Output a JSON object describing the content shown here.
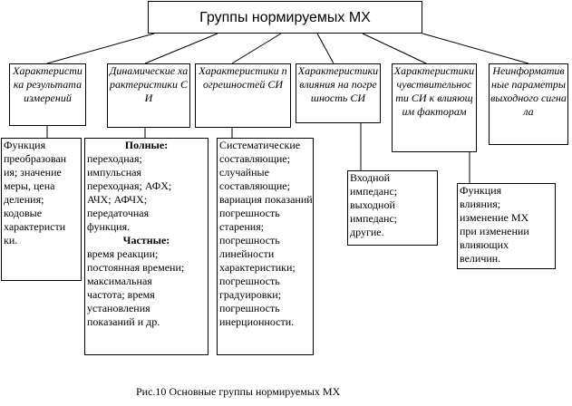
{
  "title": "Группы нормируемых МХ",
  "categories": [
    "Характеристика результата измерений",
    "Динамические характеристики СИ",
    "Характеристики погрешностей СИ",
    "Характеристики влияния на погрешность СИ",
    "Характеристики чувствительности СИ к влияющим факторам",
    "Неинформативные параметры выходного сигнала"
  ],
  "details": {
    "result": [
      "Функция",
      "преобразован",
      "ия; значение",
      "меры, цена",
      "деления;",
      "кодовые",
      "характеристи",
      "ки."
    ],
    "dynamic": {
      "full_heading": "Полные:",
      "full_lines": [
        "переходная;",
        "импульсная",
        "переходная; АФХ;",
        "АЧХ; АФЧХ;",
        "передаточная",
        "функция."
      ],
      "partial_heading": "Частные:",
      "partial_lines": [
        "время реакции;",
        "постоянная времени;",
        "максимальная",
        "частота; время",
        "установления",
        "показаний и др."
      ]
    },
    "errors": [
      "Систематические",
      "составляющие;",
      "случайные",
      "составляющие;",
      "вариация показаний;",
      "погрешность",
      "старения;",
      "погрешность",
      "линейности",
      "характеристики;",
      "погрешность",
      "градуировки;",
      "погрешность",
      "инерционности."
    ],
    "influence": [
      "Входной",
      "импеданс;",
      "выходной",
      "импеданс;",
      "другие."
    ],
    "sensitivity": [
      "Функция",
      "влияния;",
      "изменение МХ",
      "при изменении",
      "влияющих",
      "величин."
    ]
  },
  "caption": "Рис.10 Основные группы нормируемых МХ"
}
